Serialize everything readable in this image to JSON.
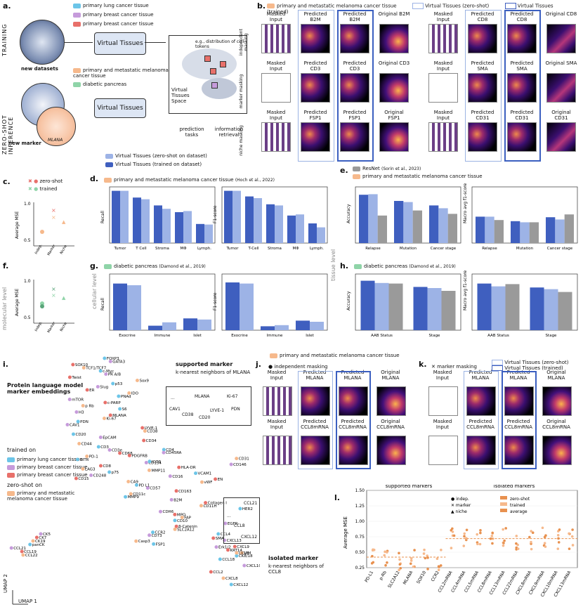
{
  "panel_a": {
    "label": "a.",
    "training": "TRAINING",
    "zero_shot": "ZERO-SHOT INFERENCE",
    "legend": [
      "primary lung cancer tissue",
      "primary breast cancer tissue",
      "primary breast cancer tissue"
    ],
    "legend_zero": [
      "primary and metastatic melanoma cancer tissue",
      "diabetic pancreas"
    ],
    "new_datasets": "new datasets",
    "new_marker": "new marker",
    "mlana": "MLANA",
    "vt_box": "Virtual Tissues",
    "vt_box2": "Virtual Tissues",
    "space_note": "e.g., distribution of cell tokens",
    "space_label": "Virtual Tissues Space",
    "prediction": "prediction tasks",
    "retrieval": "information retrieval"
  },
  "panel_b": {
    "label": "b.",
    "legend": [
      "primary and metastatic melanoma cancer tissue",
      "Virtual Tissues (zero-shot)",
      "Virtual Tissues (trained)"
    ],
    "rows": [
      {
        "side": "independent masking",
        "heads": [
          "Masked Input",
          "Predicted B2M",
          "Predicted B2M",
          "Original B2M",
          "Masked Input",
          "Predicted CD8",
          "Predicted CD8",
          "Original CD8"
        ]
      },
      {
        "side": "marker masking",
        "heads": [
          "Masked Input",
          "Predicted CD3",
          "Predicted CD3",
          "Original CD3",
          "Masked Input",
          "Predicted SMA",
          "Predicted SMA",
          "Original SMA"
        ]
      },
      {
        "side": "niche masking",
        "heads": [
          "Masked Input",
          "Predicted FSP1",
          "Predicted FSP1",
          "Original FSP1",
          "Masked Input",
          "Predicted CD31",
          "Predicted CD31",
          "Original CD31"
        ]
      }
    ]
  },
  "levels": {
    "molecular": "molecular level",
    "cellular": "cellular level",
    "tissue": "tissue level"
  },
  "legend_mid": {
    "zs": "Virtual Tissues (zero-shot on dataset)",
    "tr": "Virtual Tissues (trained on dataset)"
  },
  "panel_c": {
    "label": "c.",
    "legend": [
      "zero-shot",
      "trained"
    ],
    "ylabel": "Average MSE",
    "ticks": [
      "1.0",
      "0.5"
    ],
    "x": [
      "Indep.",
      "Marker",
      "Niche"
    ]
  },
  "panel_f": {
    "label": "f.",
    "ylabel": "Average MSE",
    "ticks": [
      "1.0",
      "0.5"
    ],
    "x": [
      "Indep.",
      "Marker",
      "Niche"
    ]
  },
  "panel_d": {
    "label": "d.",
    "source": "primary and metastatic melanoma cancer tissue",
    "cite": "(Hoch et al., 2022)"
  },
  "panel_e": {
    "label": "e.",
    "src1": "ResNet",
    "cite1": "(Sorin et al., 2023)",
    "src2": "primary and metastatic melanoma cancer tissue"
  },
  "panel_g": {
    "label": "g.",
    "source": "diabetic pancreas",
    "cite": "(Damond et al., 2019)"
  },
  "panel_h": {
    "label": "h.",
    "source": "diabetic pancreas",
    "cite": "(Damond et al., 2019)"
  },
  "chart_data": [
    {
      "type": "bar",
      "ylabel": "Recall",
      "categories": [
        "Tumor",
        "T Cell",
        "Stroma",
        "MΦ",
        "Lymph."
      ],
      "series": [
        {
          "name": "trained",
          "values": [
            0.93,
            0.81,
            0.67,
            0.55,
            0.34
          ]
        },
        {
          "name": "zero-shot",
          "values": [
            0.93,
            0.78,
            0.61,
            0.57,
            0.33
          ]
        }
      ],
      "ylim": [
        0,
        1
      ]
    },
    {
      "type": "bar",
      "ylabel": "F1-score",
      "categories": [
        "Tumor",
        "T-Cell",
        "Stroma",
        "MΦ",
        "Lymph."
      ],
      "series": [
        {
          "name": "trained",
          "values": [
            0.93,
            0.83,
            0.69,
            0.49,
            0.35
          ]
        },
        {
          "name": "zero-shot",
          "values": [
            0.93,
            0.8,
            0.67,
            0.51,
            0.28
          ]
        }
      ],
      "ylim": [
        0,
        1
      ]
    },
    {
      "type": "bar",
      "ylabel": "Accuracy",
      "categories": [
        "Relapse",
        "Mutation",
        "Cancer stage"
      ],
      "series": [
        {
          "name": "trained",
          "values": [
            0.86,
            0.75,
            0.67
          ]
        },
        {
          "name": "zero-shot",
          "values": [
            0.87,
            0.73,
            0.62
          ]
        },
        {
          "name": "ResNet",
          "values": [
            0.49,
            0.58,
            0.52
          ]
        }
      ],
      "ylim": [
        0,
        1
      ]
    },
    {
      "type": "bar",
      "ylabel": "Macro avg f1-score",
      "categories": [
        "Relapse",
        "Mutation",
        "Cancer stage"
      ],
      "series": [
        {
          "name": "trained",
          "values": [
            0.47,
            0.39,
            0.46
          ]
        },
        {
          "name": "zero-shot",
          "values": [
            0.47,
            0.37,
            0.42
          ]
        },
        {
          "name": "ResNet",
          "values": [
            0.41,
            0.37,
            0.51
          ]
        }
      ],
      "ylim": [
        0,
        1
      ]
    },
    {
      "type": "bar",
      "ylabel": "Recall",
      "categories": [
        "Exocrine",
        "Immune",
        "Islet"
      ],
      "series": [
        {
          "name": "trained",
          "values": [
            0.83,
            0.08,
            0.21
          ]
        },
        {
          "name": "zero-shot",
          "values": [
            0.8,
            0.14,
            0.19
          ]
        }
      ],
      "ylim": [
        0,
        1
      ]
    },
    {
      "type": "bar",
      "ylabel": "F1-score",
      "categories": [
        "Exocrine",
        "Immune",
        "Islet"
      ],
      "series": [
        {
          "name": "trained",
          "values": [
            0.85,
            0.07,
            0.17
          ]
        },
        {
          "name": "zero-shot",
          "values": [
            0.83,
            0.09,
            0.15
          ]
        }
      ],
      "ylim": [
        0,
        1
      ]
    },
    {
      "type": "bar",
      "ylabel": "Accuracy",
      "categories": [
        "AAB Status",
        "Stage"
      ],
      "series": [
        {
          "name": "trained",
          "values": [
            0.88,
            0.77
          ]
        },
        {
          "name": "zero-shot",
          "values": [
            0.84,
            0.75
          ]
        },
        {
          "name": "ResNet",
          "values": [
            0.83,
            0.7
          ]
        }
      ],
      "ylim": [
        0,
        1
      ]
    },
    {
      "type": "bar",
      "ylabel": "Macro avg f1-score",
      "categories": [
        "AAB Status",
        "Stage"
      ],
      "series": [
        {
          "name": "trained",
          "values": [
            0.83,
            0.76
          ]
        },
        {
          "name": "zero-shot",
          "values": [
            0.78,
            0.73
          ]
        },
        {
          "name": "ResNet",
          "values": [
            0.82,
            0.68
          ]
        }
      ],
      "ylim": [
        0,
        1
      ]
    },
    {
      "type": "scatter",
      "ylabel": "Average MSE",
      "x": [
        "PD-L1",
        "p-Rb",
        "SLC2A12",
        "MLANA",
        "SOX10",
        "CCR2",
        "CCL2mRNA",
        "CCL4mRNA",
        "CCL5mRNA",
        "CCL8mRNA",
        "CCL13mRNA",
        "CCL22mRNA",
        "CXCL8mRNA",
        "CXCL9mRNA",
        "CXCL10mRNA",
        "CXCL13mRNA"
      ],
      "ylim": [
        0.25,
        1.5
      ],
      "ticks": [
        "0.25",
        "0.50",
        "0.75",
        "1.00",
        "1.25",
        "1.50"
      ],
      "legend": [
        "indep.",
        "marker",
        "niche",
        "zero-shot",
        "trained",
        "average"
      ],
      "groups": [
        "supported markers",
        "isolated markers"
      ]
    }
  ],
  "panel_i": {
    "label": "i.",
    "title": "Protein language model marker embeddings",
    "supported": "supported marker",
    "supported_sub": "k-nearest neighbors of MLANA",
    "isolated": "isolated marker",
    "isolated_sub": "k-nearest neighbors of CCL8",
    "trained_on": "trained on",
    "legend": [
      "primary lung cancer tissue",
      "primary breast cancer tissue",
      "primary breast cancer tissue"
    ],
    "zero_on": "zero-shot on",
    "legend_zero": "primary and metastatic melanoma cancer tissue",
    "umap1": "UMAP 1",
    "umap2": "UMAP 2",
    "inset1": [
      "MLANA",
      "Ki-67",
      "PDN",
      "LYVE-1",
      "CD20",
      "CD38",
      "CAV1",
      "..."
    ],
    "inset2": [
      "CCL21",
      "CCL8",
      "CXCL12",
      "..."
    ],
    "points": [
      "FOXP3",
      "GATA3",
      "SOX10",
      "TCF1/TCF7",
      "c-Myc",
      "PR A/B",
      "Twist",
      "Sox9",
      "p53",
      "Slug",
      "ER",
      "IDO",
      "PNAd",
      "mTOR",
      "c-PARP",
      "p Rb",
      "S6",
      "H3",
      "MLANA",
      "Ki-67",
      "PDN",
      "CAV1",
      "LYVE-1",
      "CD38",
      "CD20",
      "EpCAM",
      "CD34",
      "CD44",
      "CD3",
      "CD3e",
      "CD68",
      "PD-1",
      "GITR",
      "CD134",
      "CD8",
      "LAG3",
      "p75",
      "CD248",
      "CD15",
      "CA9",
      "CD4",
      "CD45RA",
      "PDGFRB",
      "CD31",
      "ICOS",
      "CD146",
      "HLA-DR",
      "MMP11",
      "VCAM1",
      "CD16",
      "EN",
      "vWF",
      "PD L1",
      "CD57",
      "CD163",
      "CD11c",
      "MMP9",
      "B2M",
      "Collagen I",
      "CD11H",
      "HER2",
      "CDH6",
      "MPO",
      "FAP",
      "CD10",
      "EGFR",
      "β-Catenin",
      "SLC2A12",
      "CCR2",
      "CD73",
      "SMA",
      "Casp3",
      "FSP1",
      "Erk1/2",
      "KRT14",
      "VIM",
      "CK8/18",
      "CK5",
      "CK7",
      "CK19",
      "panCK",
      "CCL21",
      "CCL19",
      "CCL22",
      "CCL4",
      "CXCL13",
      "CXCL9",
      "CCL8",
      "CCL18",
      "CXCL10",
      "CCL2",
      "CXCL8",
      "CXCL12"
    ]
  },
  "panel_j": {
    "label": "j.",
    "legend": "primary and metastatic melanoma cancer tissue",
    "masking": "independent masking",
    "heads": [
      "Masked Input",
      "Predicted MLANA",
      "Predicted MLANA",
      "Original MLANA",
      "Masked Input",
      "Predicted CCL8mRNA",
      "Predicted CCL8mRNA",
      "Original CCL8mRNA"
    ]
  },
  "panel_k": {
    "label": "k.",
    "masking": "marker masking",
    "legend": [
      "Virtual Tissues (zero-shot)",
      "Virtual Tissues (trained)"
    ],
    "heads": [
      "Masked Input",
      "Predicted MLANA",
      "Predicted MLANA",
      "Original MLANA",
      "Masked Input",
      "Predicted CCL8mRNA",
      "Predicted CCL8mRNA",
      "Original CCL8mRNA"
    ]
  },
  "panel_l": {
    "label": "l."
  },
  "colors": {
    "dark_blue": "#3f5fbf",
    "light_blue": "#9db3e6",
    "grey": "#9a9a9a",
    "peach": "#f6b98c",
    "green": "#8fd4a8",
    "lung": "#6cc5e8",
    "breast1": "#c69bdb",
    "breast2": "#e8706a"
  }
}
